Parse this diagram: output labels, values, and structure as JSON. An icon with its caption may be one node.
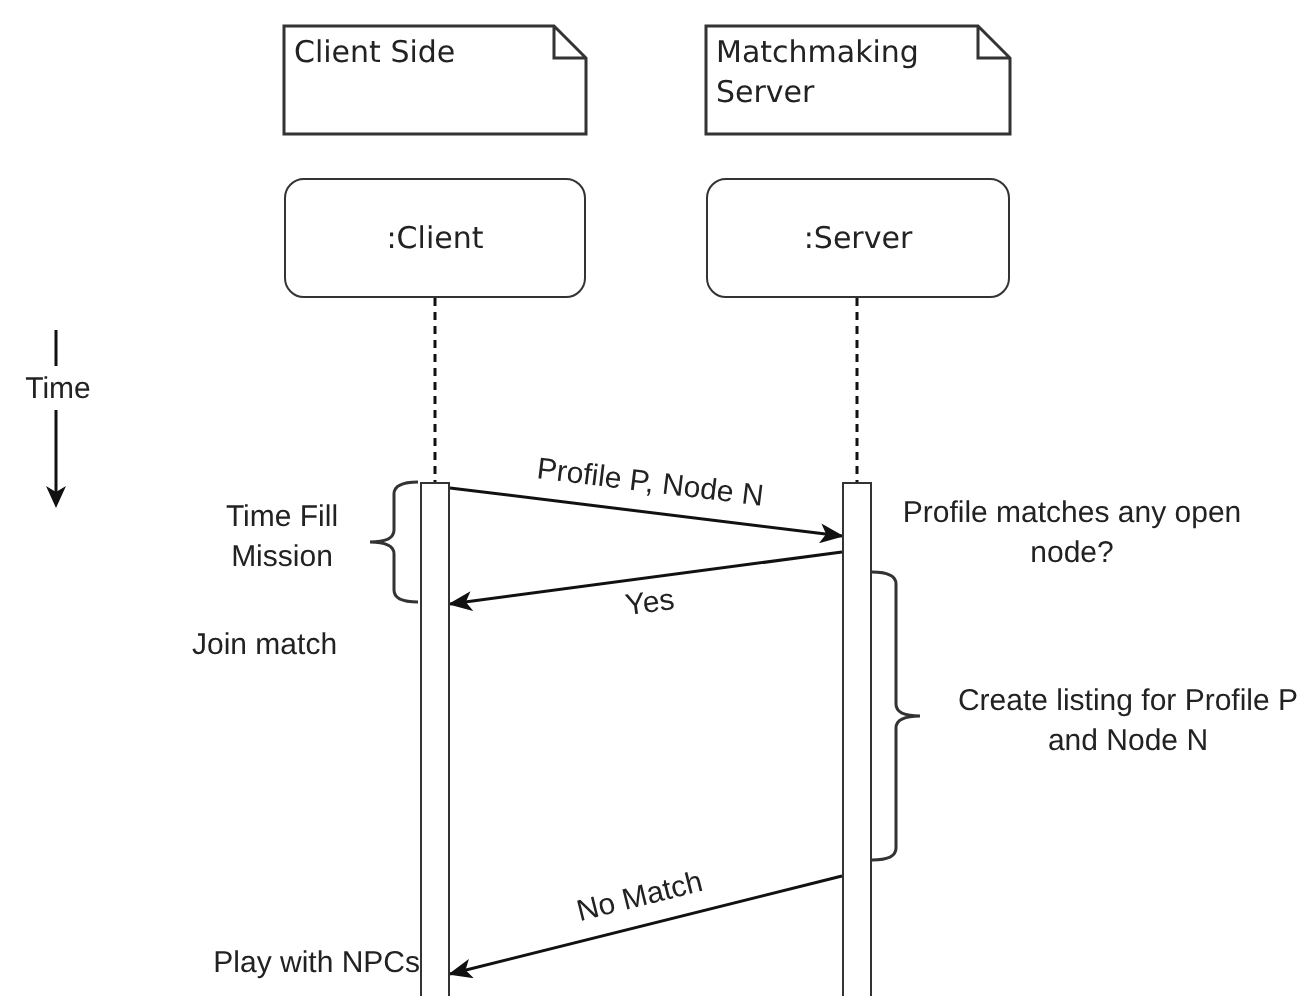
{
  "diagram": {
    "nodes": [
      {
        "text": [
          "Client Side"
        ]
      },
      {
        "text": [
          "Matchmaking Server"
        ]
      },
      {
        "text": [
          ":Client"
        ]
      },
      {
        "text": [
          ":Server"
        ]
      },
      {
        "text": [],
        "shape": "bar"
      },
      {
        "text": [],
        "shape": "bar"
      }
    ],
    "edges": [
      {
        "from": 2,
        "to": 4,
        "arrow": "none",
        "style": "dashed"
      },
      {
        "from": 3,
        "to": 5,
        "arrow": "none",
        "style": "dashed"
      },
      {
        "from": 4,
        "to": 5,
        "arrow": "to",
        "label": "Profile P, Node N"
      },
      {
        "from": 5,
        "to": 4,
        "arrow": "to",
        "label": "Yes"
      },
      {
        "from": 5,
        "to": 4,
        "arrow": "to",
        "label": "No Match"
      }
    ],
    "labels": [
      "Time",
      "Time Fill Mission",
      "Profile matches any open node?",
      "Join match",
      "Create listing for Profile P and Node N",
      "Play with NPCs"
    ]
  }
}
